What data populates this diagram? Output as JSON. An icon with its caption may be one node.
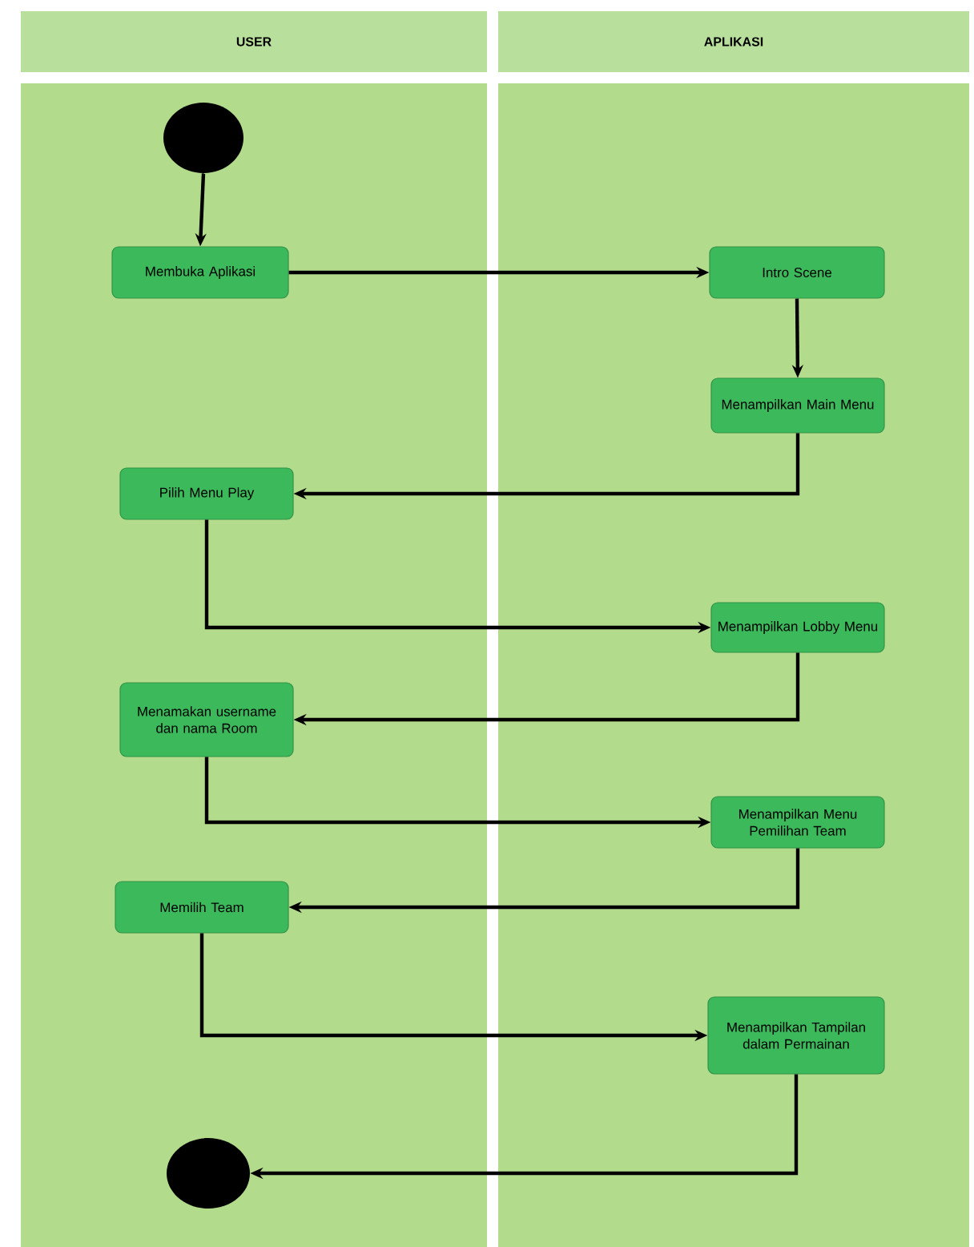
{
  "diagram": {
    "nodes": [
      {
        "text": [
          "USER"
        ]
      },
      {
        "text": [
          "APLIKASI"
        ]
      },
      {
        "text": [],
        "shape": "circle"
      },
      {
        "text": [
          "Membuka Aplikasi"
        ]
      },
      {
        "text": [
          "Intro Scene"
        ]
      },
      {
        "text": [
          "Menampilkan Main Menu"
        ]
      },
      {
        "text": [
          "Pilih Menu Play"
        ]
      },
      {
        "text": [
          "Menampilkan Lobby Menu"
        ]
      },
      {
        "text": [
          "Menamakan username dan nama Room"
        ]
      },
      {
        "text": [
          "Menampilkan Menu Pemilihan Team"
        ]
      },
      {
        "text": [
          "Memilih Team"
        ]
      },
      {
        "text": [
          "Menampilkan Tampilan dalam Permainan"
        ]
      },
      {
        "text": [],
        "shape": "circle"
      }
    ],
    "edges": [
      {
        "from": 2,
        "to": 3,
        "arrow": "to"
      },
      {
        "from": 3,
        "to": 4,
        "arrow": "to"
      },
      {
        "from": 4,
        "to": 5,
        "arrow": "to"
      },
      {
        "from": 5,
        "to": 6,
        "arrow": "to"
      },
      {
        "from": 6,
        "to": 7,
        "arrow": "to"
      },
      {
        "from": 7,
        "to": 8,
        "arrow": "to"
      },
      {
        "from": 8,
        "to": 9,
        "arrow": "to"
      },
      {
        "from": 9,
        "to": 10,
        "arrow": "to"
      },
      {
        "from": 10,
        "to": 11,
        "arrow": "to"
      },
      {
        "from": 11,
        "to": 12,
        "arrow": "to"
      }
    ]
  }
}
